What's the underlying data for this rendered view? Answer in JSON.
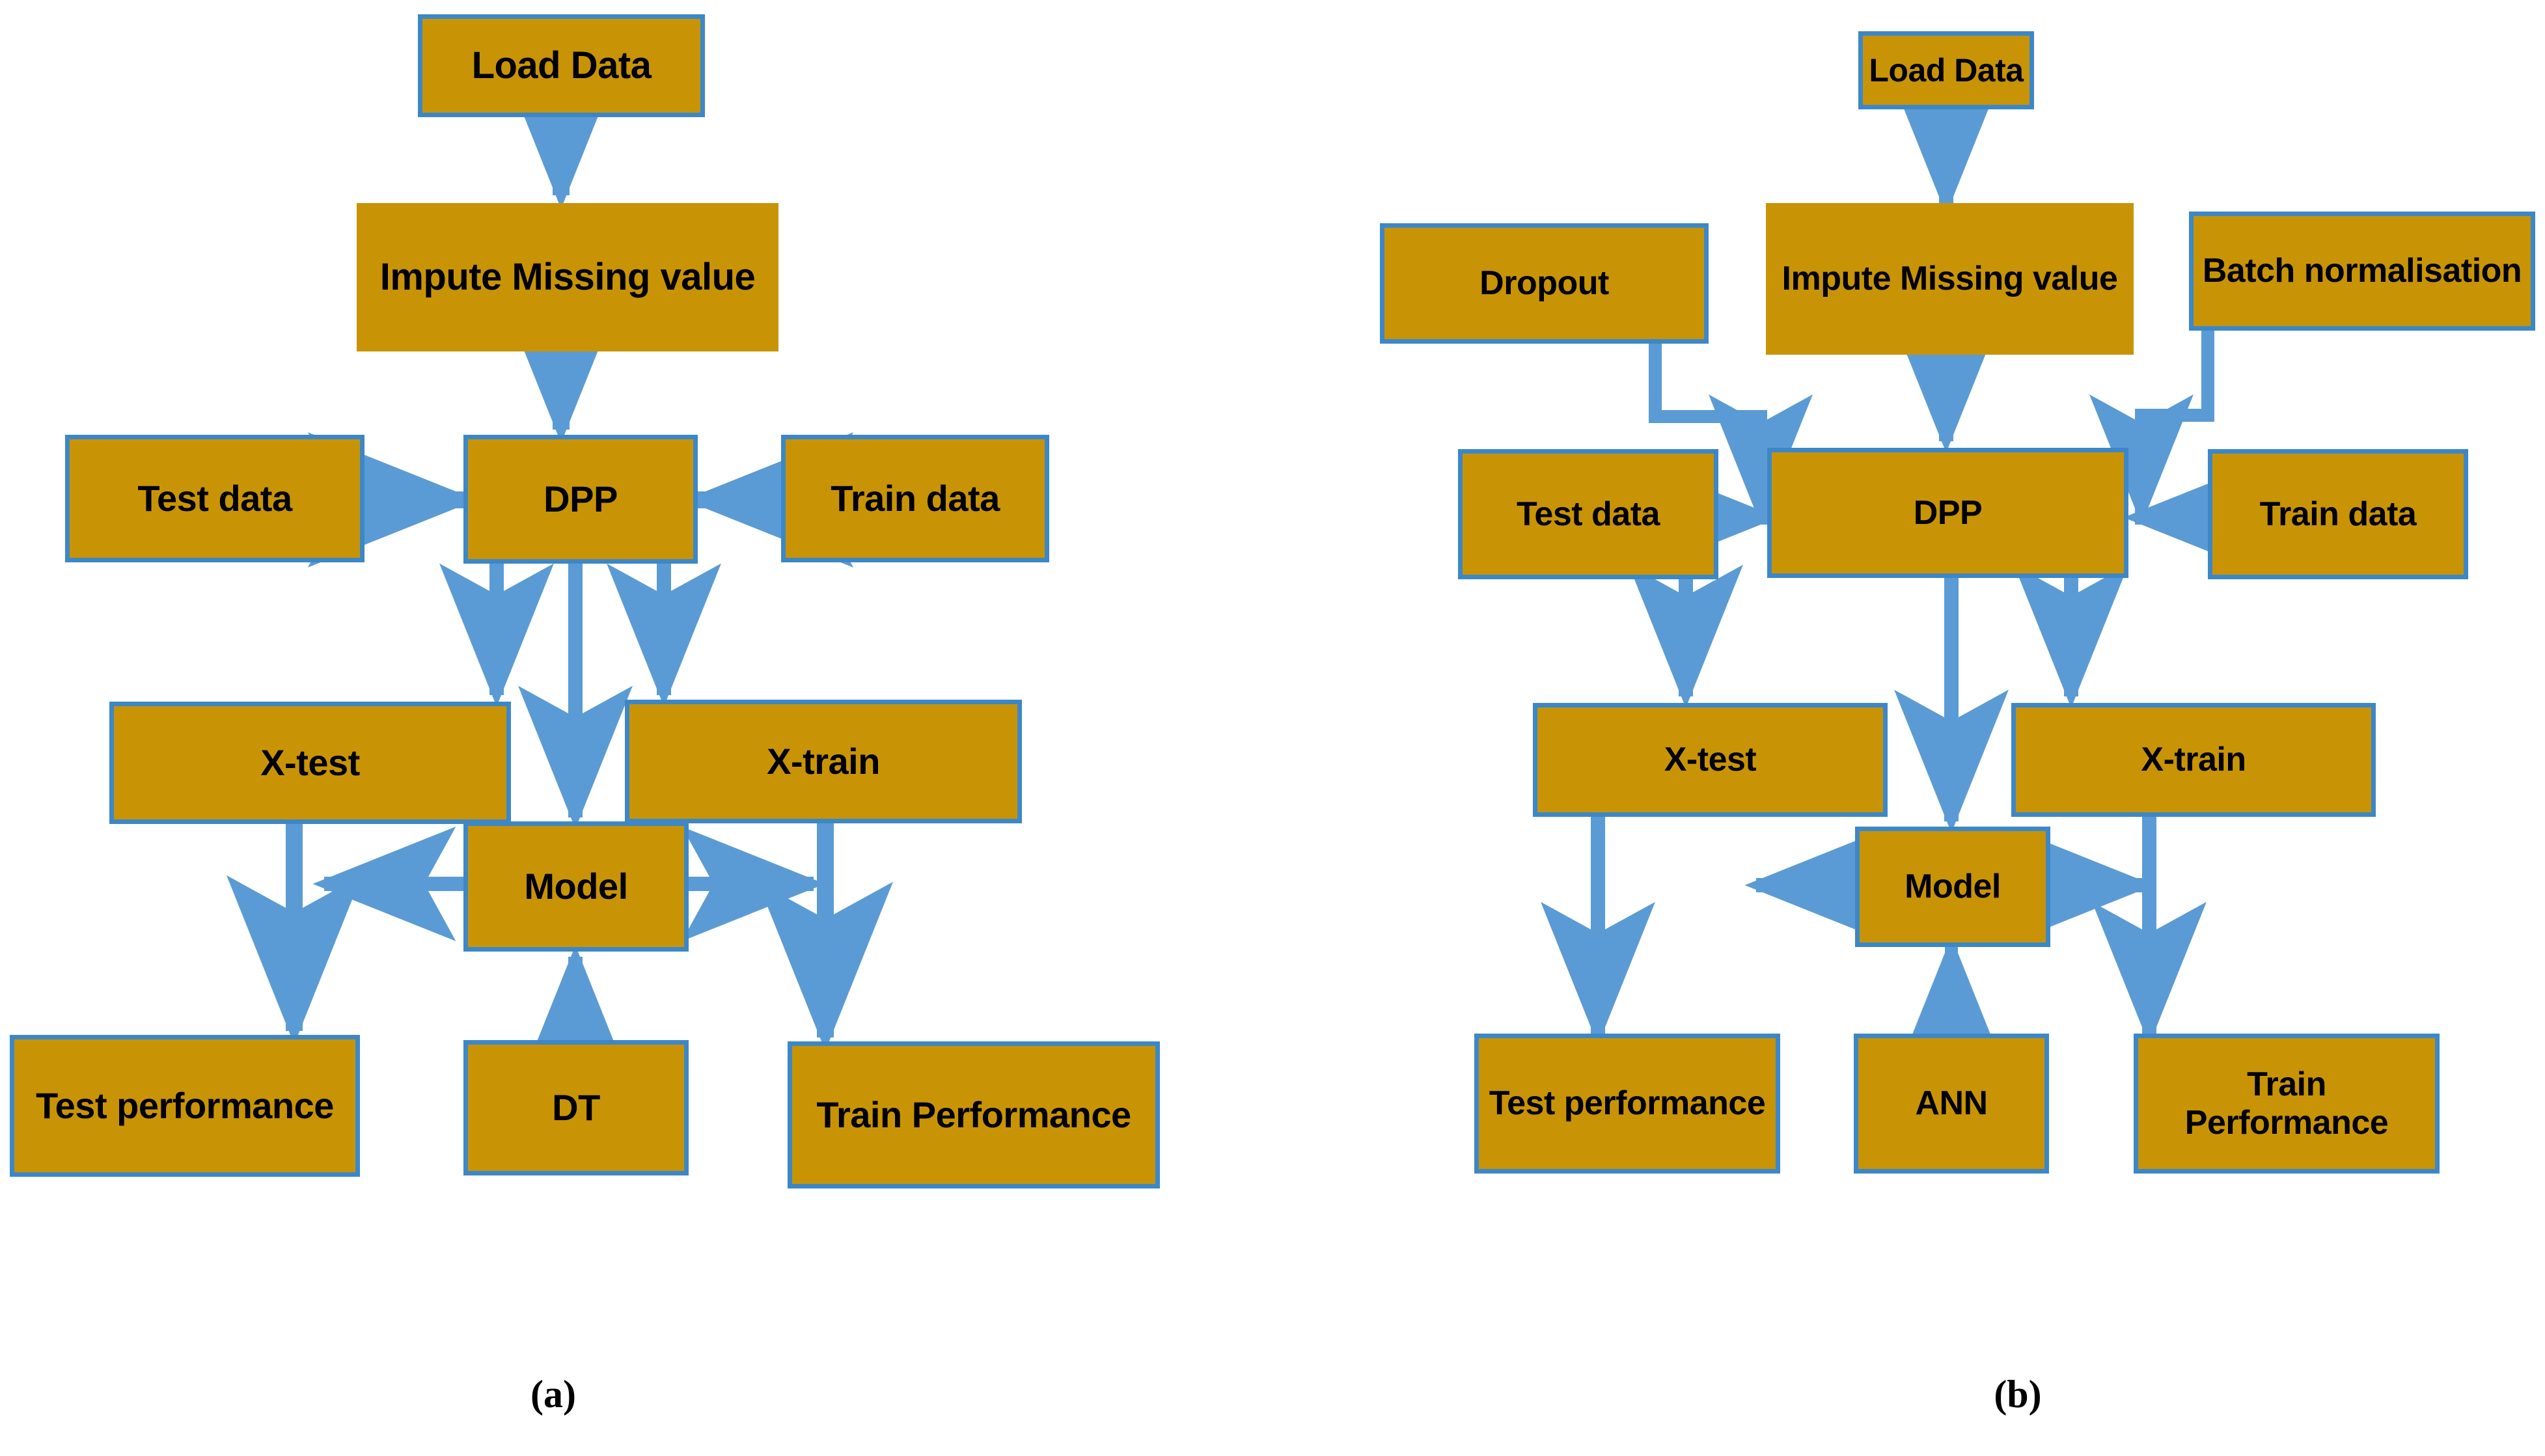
{
  "figure": {
    "background_color": "#FFFFFF",
    "node_fill_color": "#C89406",
    "node_border_color": "#3C87C8",
    "arrow_color": "#5B9BD5",
    "text_color": "#000000"
  },
  "panels": [
    {
      "id": "a",
      "caption": "(a)",
      "model_type": "DT",
      "nodes": [
        {
          "key": "load_data",
          "label": "Load Data"
        },
        {
          "key": "impute",
          "label": "Impute Missing value"
        },
        {
          "key": "test_data",
          "label": "Test data"
        },
        {
          "key": "dpp",
          "label": "DPP"
        },
        {
          "key": "train_data",
          "label": "Train data"
        },
        {
          "key": "x_test",
          "label": "X-test"
        },
        {
          "key": "x_train",
          "label": "X-train"
        },
        {
          "key": "model",
          "label": "Model"
        },
        {
          "key": "test_perf",
          "label": "Test performance"
        },
        {
          "key": "algorithm",
          "label": "DT"
        },
        {
          "key": "train_perf",
          "label": "Train Performance"
        }
      ],
      "edges": [
        {
          "from": "load_data",
          "to": "impute"
        },
        {
          "from": "impute",
          "to": "dpp"
        },
        {
          "from": "test_data",
          "to": "dpp"
        },
        {
          "from": "train_data",
          "to": "dpp"
        },
        {
          "from": "dpp",
          "to": "x_test"
        },
        {
          "from": "dpp",
          "to": "model"
        },
        {
          "from": "dpp",
          "to": "x_train"
        },
        {
          "from": "x_test",
          "to": "test_perf"
        },
        {
          "from": "x_train",
          "to": "train_perf"
        },
        {
          "from": "model",
          "to": "x_test"
        },
        {
          "from": "model",
          "to": "x_train"
        },
        {
          "from": "algorithm",
          "to": "model"
        }
      ]
    },
    {
      "id": "b",
      "caption": "(b)",
      "model_type": "ANN",
      "nodes": [
        {
          "key": "load_data",
          "label": "Load Data"
        },
        {
          "key": "dropout",
          "label": "Dropout"
        },
        {
          "key": "impute",
          "label": "Impute Missing value"
        },
        {
          "key": "batch_norm",
          "label": "Batch normalisation"
        },
        {
          "key": "test_data",
          "label": "Test data"
        },
        {
          "key": "dpp",
          "label": "DPP"
        },
        {
          "key": "train_data",
          "label": "Train data"
        },
        {
          "key": "x_test",
          "label": "X-test"
        },
        {
          "key": "x_train",
          "label": "X-train"
        },
        {
          "key": "model",
          "label": "Model"
        },
        {
          "key": "test_perf",
          "label": "Test performance"
        },
        {
          "key": "algorithm",
          "label": "ANN"
        },
        {
          "key": "train_perf",
          "label": "Train Performance"
        }
      ],
      "edges": [
        {
          "from": "load_data",
          "to": "impute"
        },
        {
          "from": "impute",
          "to": "dpp"
        },
        {
          "from": "dropout",
          "to": "dpp"
        },
        {
          "from": "batch_norm",
          "to": "dpp"
        },
        {
          "from": "test_data",
          "to": "dpp"
        },
        {
          "from": "train_data",
          "to": "dpp"
        },
        {
          "from": "dpp",
          "to": "x_test"
        },
        {
          "from": "dpp",
          "to": "model"
        },
        {
          "from": "dpp",
          "to": "x_train"
        },
        {
          "from": "x_test",
          "to": "test_perf"
        },
        {
          "from": "x_train",
          "to": "train_perf"
        },
        {
          "from": "model",
          "to": "x_test"
        },
        {
          "from": "model",
          "to": "x_train"
        },
        {
          "from": "algorithm",
          "to": "model"
        }
      ]
    }
  ]
}
